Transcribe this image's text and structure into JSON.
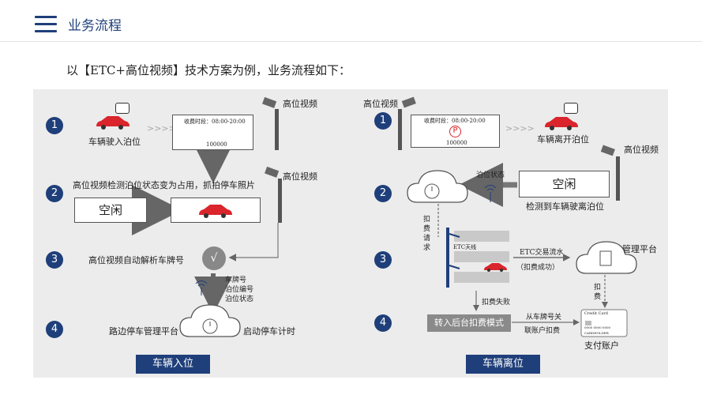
{
  "header": {
    "title": "业务流程"
  },
  "intro": "以【ETC+高位视频】技术方案为例，业务流程如下：",
  "colors": {
    "primary": "#1f3f7a",
    "panel": "#ececec",
    "car": "#d9252b"
  },
  "left": {
    "steps": [
      "1",
      "2",
      "3",
      "4"
    ],
    "step1_caption": "车辆驶入泊位",
    "camera_label": "高位视频",
    "screen_time": "收费时段：08:00-20:00",
    "screen_number": "100000",
    "step2_caption": "高位视频检测泊位状态变为占用，抓拍停车照片",
    "camera_label2": "高位视频",
    "status_box": "空闲",
    "step3_caption": "高位视频自动解析车牌号",
    "data_items": [
      "车牌号",
      "泊位编号",
      "泊位状态"
    ],
    "step4_left": "路边停车管理平台",
    "step4_right": "启动停车计时",
    "button": "车辆入位"
  },
  "right": {
    "steps": [
      "1",
      "2",
      "3",
      "4"
    ],
    "camera_label": "高位视频",
    "screen_time": "收费时段：08:00-20:00",
    "screen_number": "100000",
    "parking_sign": "P",
    "step1_caption": "车辆离开泊位",
    "camera_label2": "高位视频",
    "status_box": "空闲",
    "status_caption": "检测到车辆驶离泊位",
    "status_arrow_label": "泊位状态",
    "deduct_request": "扣费请求",
    "etc_antenna": "ETC天线",
    "etc_flow": "ETC交易流水",
    "etc_success": "（扣费成功）",
    "platform": "管理平台",
    "deduct": "扣费",
    "deduct_fail": "扣费失败",
    "backend_mode": "转入后台扣费模式",
    "plate_link_1": "从车牌号关",
    "plate_link_2": "联账户扣费",
    "credit_card": "Credit Card",
    "card_numbers": "0000 0000 0000",
    "card_holder": "CARDHOLDER",
    "payment_account": "支付账户",
    "button": "车辆离位"
  }
}
